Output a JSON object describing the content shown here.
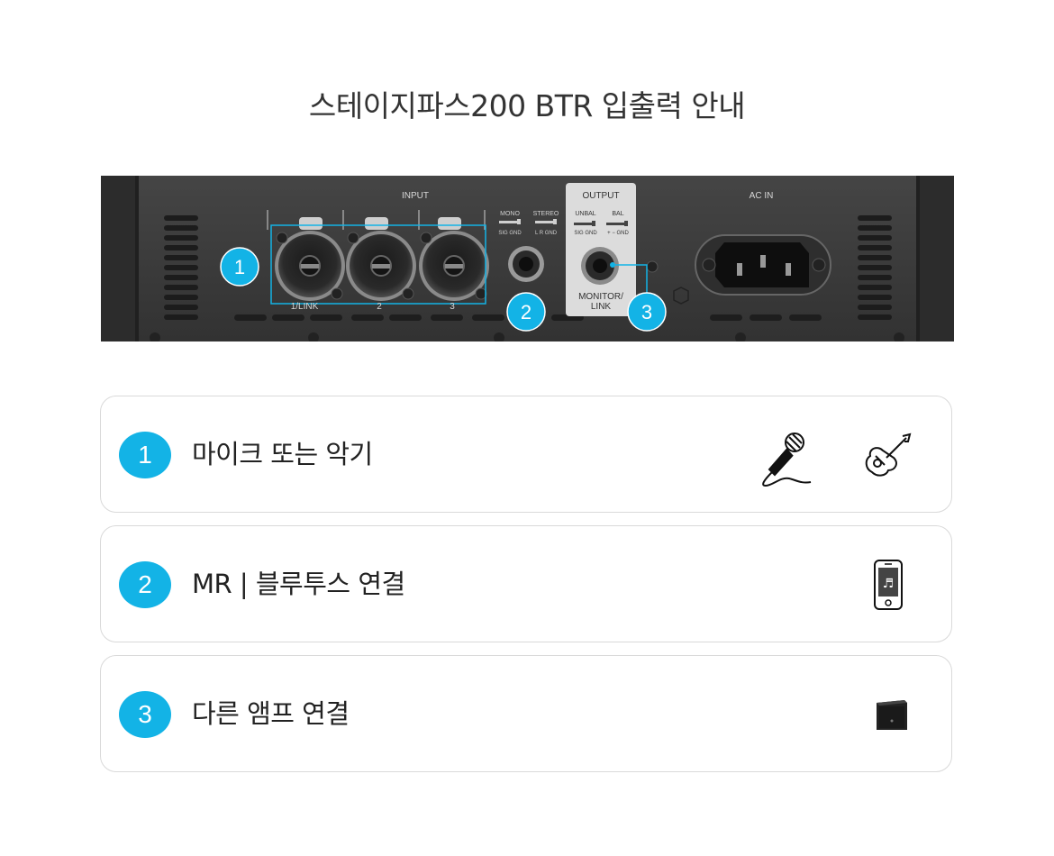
{
  "page_title": "스테이지파스200 BTR 입출력 안내",
  "panel": {
    "input_label": "INPUT",
    "mono_label": "MONO",
    "stereo_label": "STEREO",
    "mono_sub": "SIG GND",
    "stereo_sub": "L R GND",
    "output_label": "OUTPUT",
    "unbal_label": "UNBAL",
    "bal_label": "BAL",
    "unbal_sub": "SIG GND",
    "bal_sub": "+ − GND",
    "ac_in_label": "AC IN",
    "jack1_label": "1/LINK",
    "jack2_label": "2",
    "jack3_label": "3",
    "monitor_label_line1": "MONITOR/",
    "monitor_label_line2": "LINK",
    "marker1": "1",
    "marker2": "2",
    "marker3": "3"
  },
  "rows": [
    {
      "num": "1",
      "label": "마이크 또는 악기",
      "icons": [
        "microphone-icon",
        "guitar-icon"
      ]
    },
    {
      "num": "2",
      "label": "MR | 블루투스 연결",
      "icons": [
        "smartphone-music-icon"
      ]
    },
    {
      "num": "3",
      "label": "다른 앰프 연결",
      "icons": [
        "amplifier-icon"
      ]
    }
  ],
  "colors": {
    "accent": "#13b3e6",
    "panel_bg": "#3a3a3a",
    "row_border": "#d9d9d9"
  }
}
